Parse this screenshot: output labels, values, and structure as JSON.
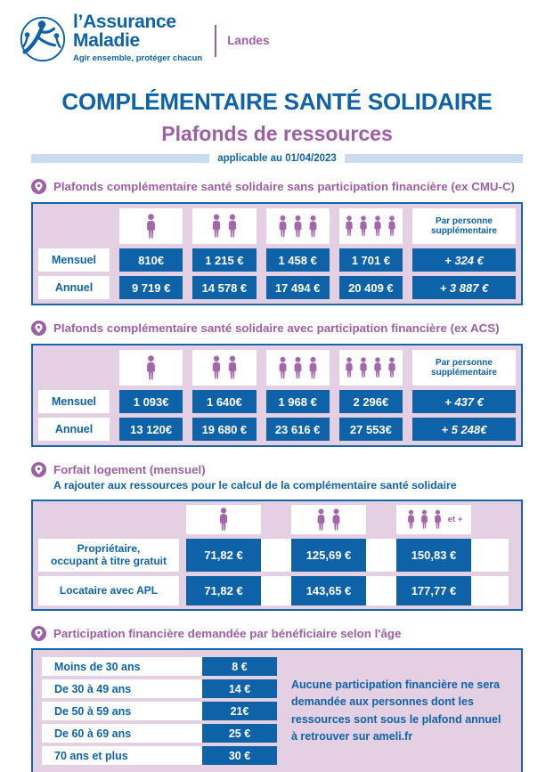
{
  "colors": {
    "blue": "#0e63a8",
    "purple": "#9d5fa5",
    "pink": "#e5d0e3",
    "light_blue": "#c9dcf0",
    "border_blue": "#1566ae"
  },
  "header": {
    "brand_line1": "l’Assurance",
    "brand_line2": "Maladie",
    "tagline": "Agir ensemble, protéger chacun",
    "department": "Landes"
  },
  "title": "COMPLÉMENTAIRE SANTÉ SOLIDAIRE",
  "subtitle": "Plafonds de ressources",
  "applicable_date": "applicable au 01/04/2023",
  "section_cmuc": {
    "heading": "Plafonds complémentaire santé solidaire sans participation financière (ex CMU-C)",
    "extra_col_header": "Par personne supplémentaire",
    "rows": [
      {
        "label": "Mensuel",
        "values": [
          "810€",
          "1 215 €",
          "1 458 €",
          "1 701 €",
          "+ 324 €"
        ]
      },
      {
        "label": "Annuel",
        "values": [
          "9 719 €",
          "14 578 €",
          "17 494 €",
          "20 409 €",
          "+ 3 887 €"
        ]
      }
    ]
  },
  "section_acs": {
    "heading": "Plafonds complémentaire santé solidaire avec participation financière (ex ACS)",
    "extra_col_header": "Par personne supplémentaire",
    "rows": [
      {
        "label": "Mensuel",
        "values": [
          "1 093€",
          "1 640€",
          "1 968 €",
          "2 296€",
          "+ 437 €"
        ]
      },
      {
        "label": "Annuel",
        "values": [
          "13 120€",
          "19 680 €",
          "23 616 €",
          "27 553€",
          "+ 5 248€"
        ]
      }
    ]
  },
  "section_logement": {
    "heading": "Forfait logement (mensuel)",
    "subheading": "A rajouter aux ressources pour le calcul de la complémentaire santé solidaire",
    "et_plus_label": "et +",
    "rows": [
      {
        "label": "Propriétaire,\noccupant à titre gratuit",
        "values": [
          "71,82 €",
          "125,69 €",
          "150,83 €"
        ]
      },
      {
        "label": "Locataire avec APL",
        "values": [
          "71,82 €",
          "143,65 €",
          "177,77 €"
        ]
      }
    ]
  },
  "section_participation": {
    "heading": "Participation financière demandée par bénéficiaire selon l'âge",
    "rows": [
      {
        "label": "Moins de 30 ans",
        "value": "8 €"
      },
      {
        "label": "De 30 à 49 ans",
        "value": "14 €"
      },
      {
        "label": "De 50 à 59 ans",
        "value": "21€"
      },
      {
        "label": "De 60 à 69 ans",
        "value": "25 €"
      },
      {
        "label": "70 ans et plus",
        "value": "30 €"
      }
    ],
    "note": "Aucune participation financière ne sera demandée aux personnes dont les ressources sont sous le plafond annuel à retrouver sur ameli.fr"
  }
}
